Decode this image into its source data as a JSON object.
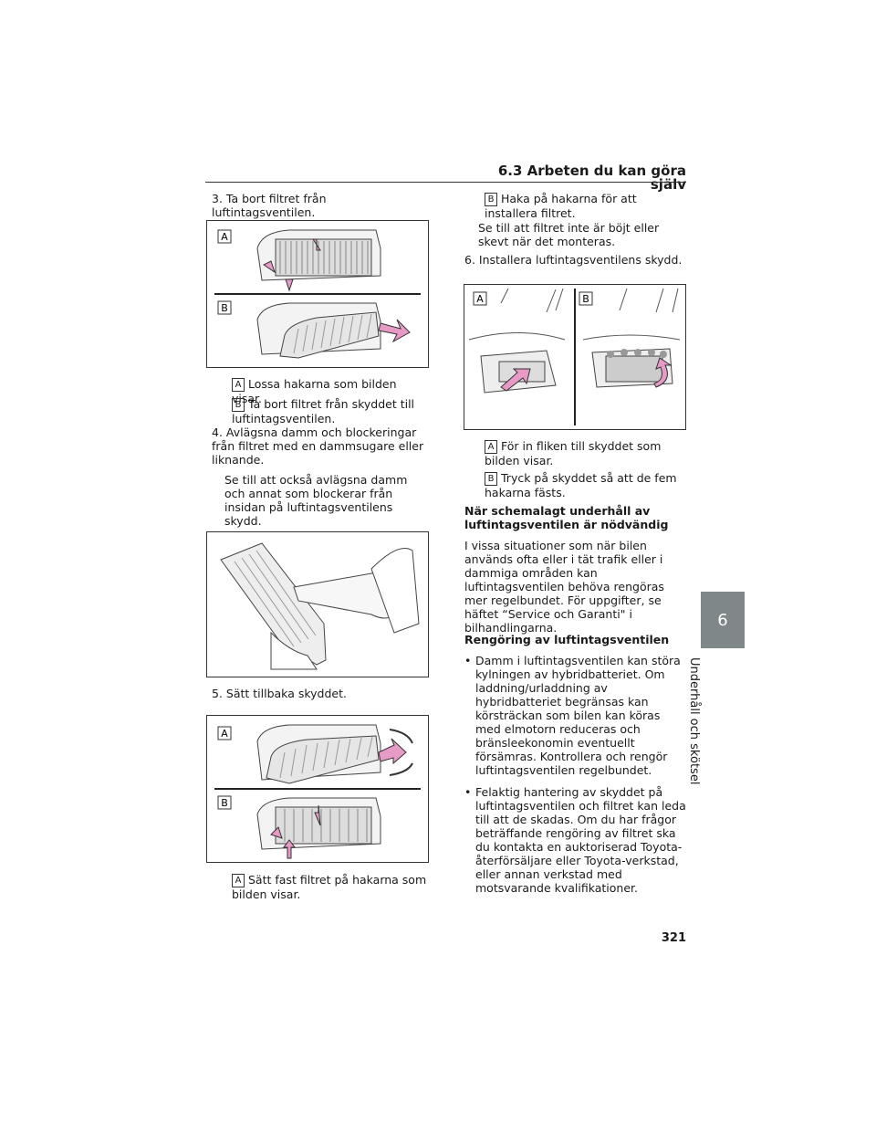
{
  "header": {
    "section_title": "6.3 Arbeten du kan göra själv"
  },
  "side_tab": {
    "number": "6",
    "label": "Underhåll och skötsel"
  },
  "left": {
    "step3": "3. Ta bort filtret från luftintagsventilen.",
    "fig1": {
      "label_a": "A",
      "label_b": "B"
    },
    "step3_a_label": "A",
    "step3_a": "Lossa hakarna som bilden visar.",
    "step3_b_label": "B",
    "step3_b": "Ta bort filtret från skyddet till luftintagsventilen.",
    "step4": "4. Avlägsna damm och blockeringar från filtret med en dammsugare eller liknande.",
    "step4_note": "Se till att också avlägsna damm och annat som blockerar från insidan på luftintagsventilens skydd.",
    "step5": "5. Sätt tillbaka skyddet.",
    "fig3": {
      "label_a": "A",
      "label_b": "B"
    },
    "step5_a_label": "A",
    "step5_a": "Sätt fast filtret på hakarna som bilden visar."
  },
  "right": {
    "step5_b_label": "B",
    "step5_b": "Haka på hakarna för att installera filtret.",
    "step5_note": "Se till att filtret inte är böjt eller skevt när det monteras.",
    "step6": "6. Installera luftintagsventilens skydd.",
    "fig4": {
      "label_a": "A",
      "label_b": "B"
    },
    "step6_a_label": "A",
    "step6_a": "För in fliken till skyddet som bilden visar.",
    "step6_b_label": "B",
    "step6_b": "Tryck på skyddet så att de fem hakarna fästs.",
    "heading1": "När schemalagt underhåll av luftintagsventilen är nödvändig",
    "para1": "I vissa situationer som när bilen används ofta eller i tät trafik eller i dammiga områden kan luftintagsventilen behöva rengöras mer regelbundet. För uppgifter, se häftet “Service och Garanti\" i bilhandlingarna.",
    "heading2": "Rengöring av luftintagsventilen",
    "bullet_char": "•",
    "bullet1": "Damm i luftintagsventilen kan störa kylningen av hybridbatteriet. Om laddning/urladdning av hybridbatteriet begränsas kan körsträckan som bilen kan köras med elmotorn reduceras och bränsleekonomin eventuellt försämras. Kontrollera och rengör luftintagsventilen regelbundet.",
    "bullet2": "Felaktig hantering av skyddet på luftintagsventilen och filtret kan leda till att de skadas. Om du har frågor beträffande rengöring av filtret ska du kontakta en auktoriserad Toyota-återförsäljare eller Toyota-verkstad, eller annan verkstad med motsvarande kvalifikationer."
  },
  "footer": {
    "page_number": "321"
  },
  "colors": {
    "accent_arrow": "#e79ac6",
    "tab_gray": "#7f8789"
  }
}
